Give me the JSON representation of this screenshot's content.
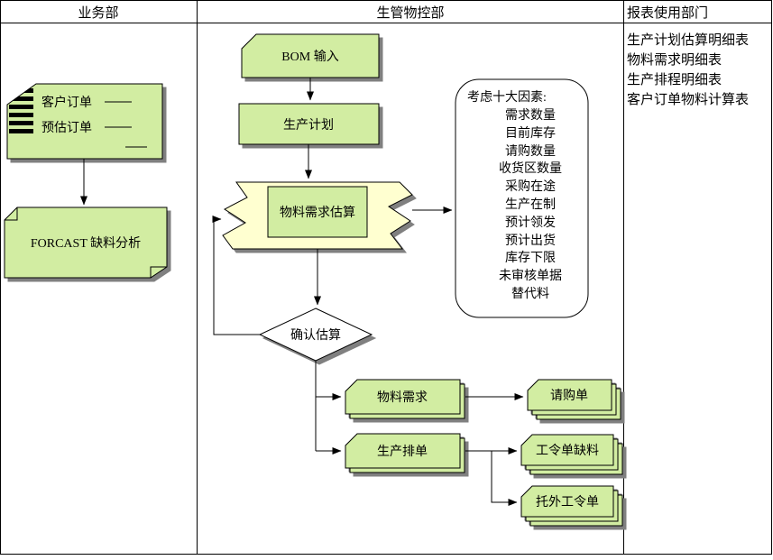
{
  "header": {
    "lane_business": "业务部",
    "lane_production": "生管物控部",
    "lane_reports": "报表使用部门"
  },
  "business": {
    "orders_card": {
      "line1": "客户订单",
      "line2": "预估订单"
    },
    "forecast": "FORCAST 缺料分析"
  },
  "production": {
    "bom": "BOM 输入",
    "plan": "生产计划",
    "estimate": "物料需求估算",
    "confirm": "确认估算",
    "material_req": "物料需求",
    "schedule": "生产排单",
    "purchase_req": "请购单",
    "shortage": "工令单缺料",
    "outsource": "托外工令单"
  },
  "factors": {
    "title": "考虑十大因素:",
    "items": [
      "需求数量",
      "目前库存",
      "请购数量",
      "收货区数量",
      "采购在途",
      "生产在制",
      "预计领发",
      "预计出货",
      "库存下限",
      "未审核单据",
      "替代料"
    ]
  },
  "reports": {
    "items": [
      "生产计划估算明细表",
      "物料需求明细表",
      "生产排程明细表",
      "客户订单物料计算表"
    ]
  },
  "colors": {
    "shape_green": "#d2eda2",
    "banner_yellow": "#ffffd0",
    "shadow_gray": "#808080",
    "line_black": "#000000"
  }
}
